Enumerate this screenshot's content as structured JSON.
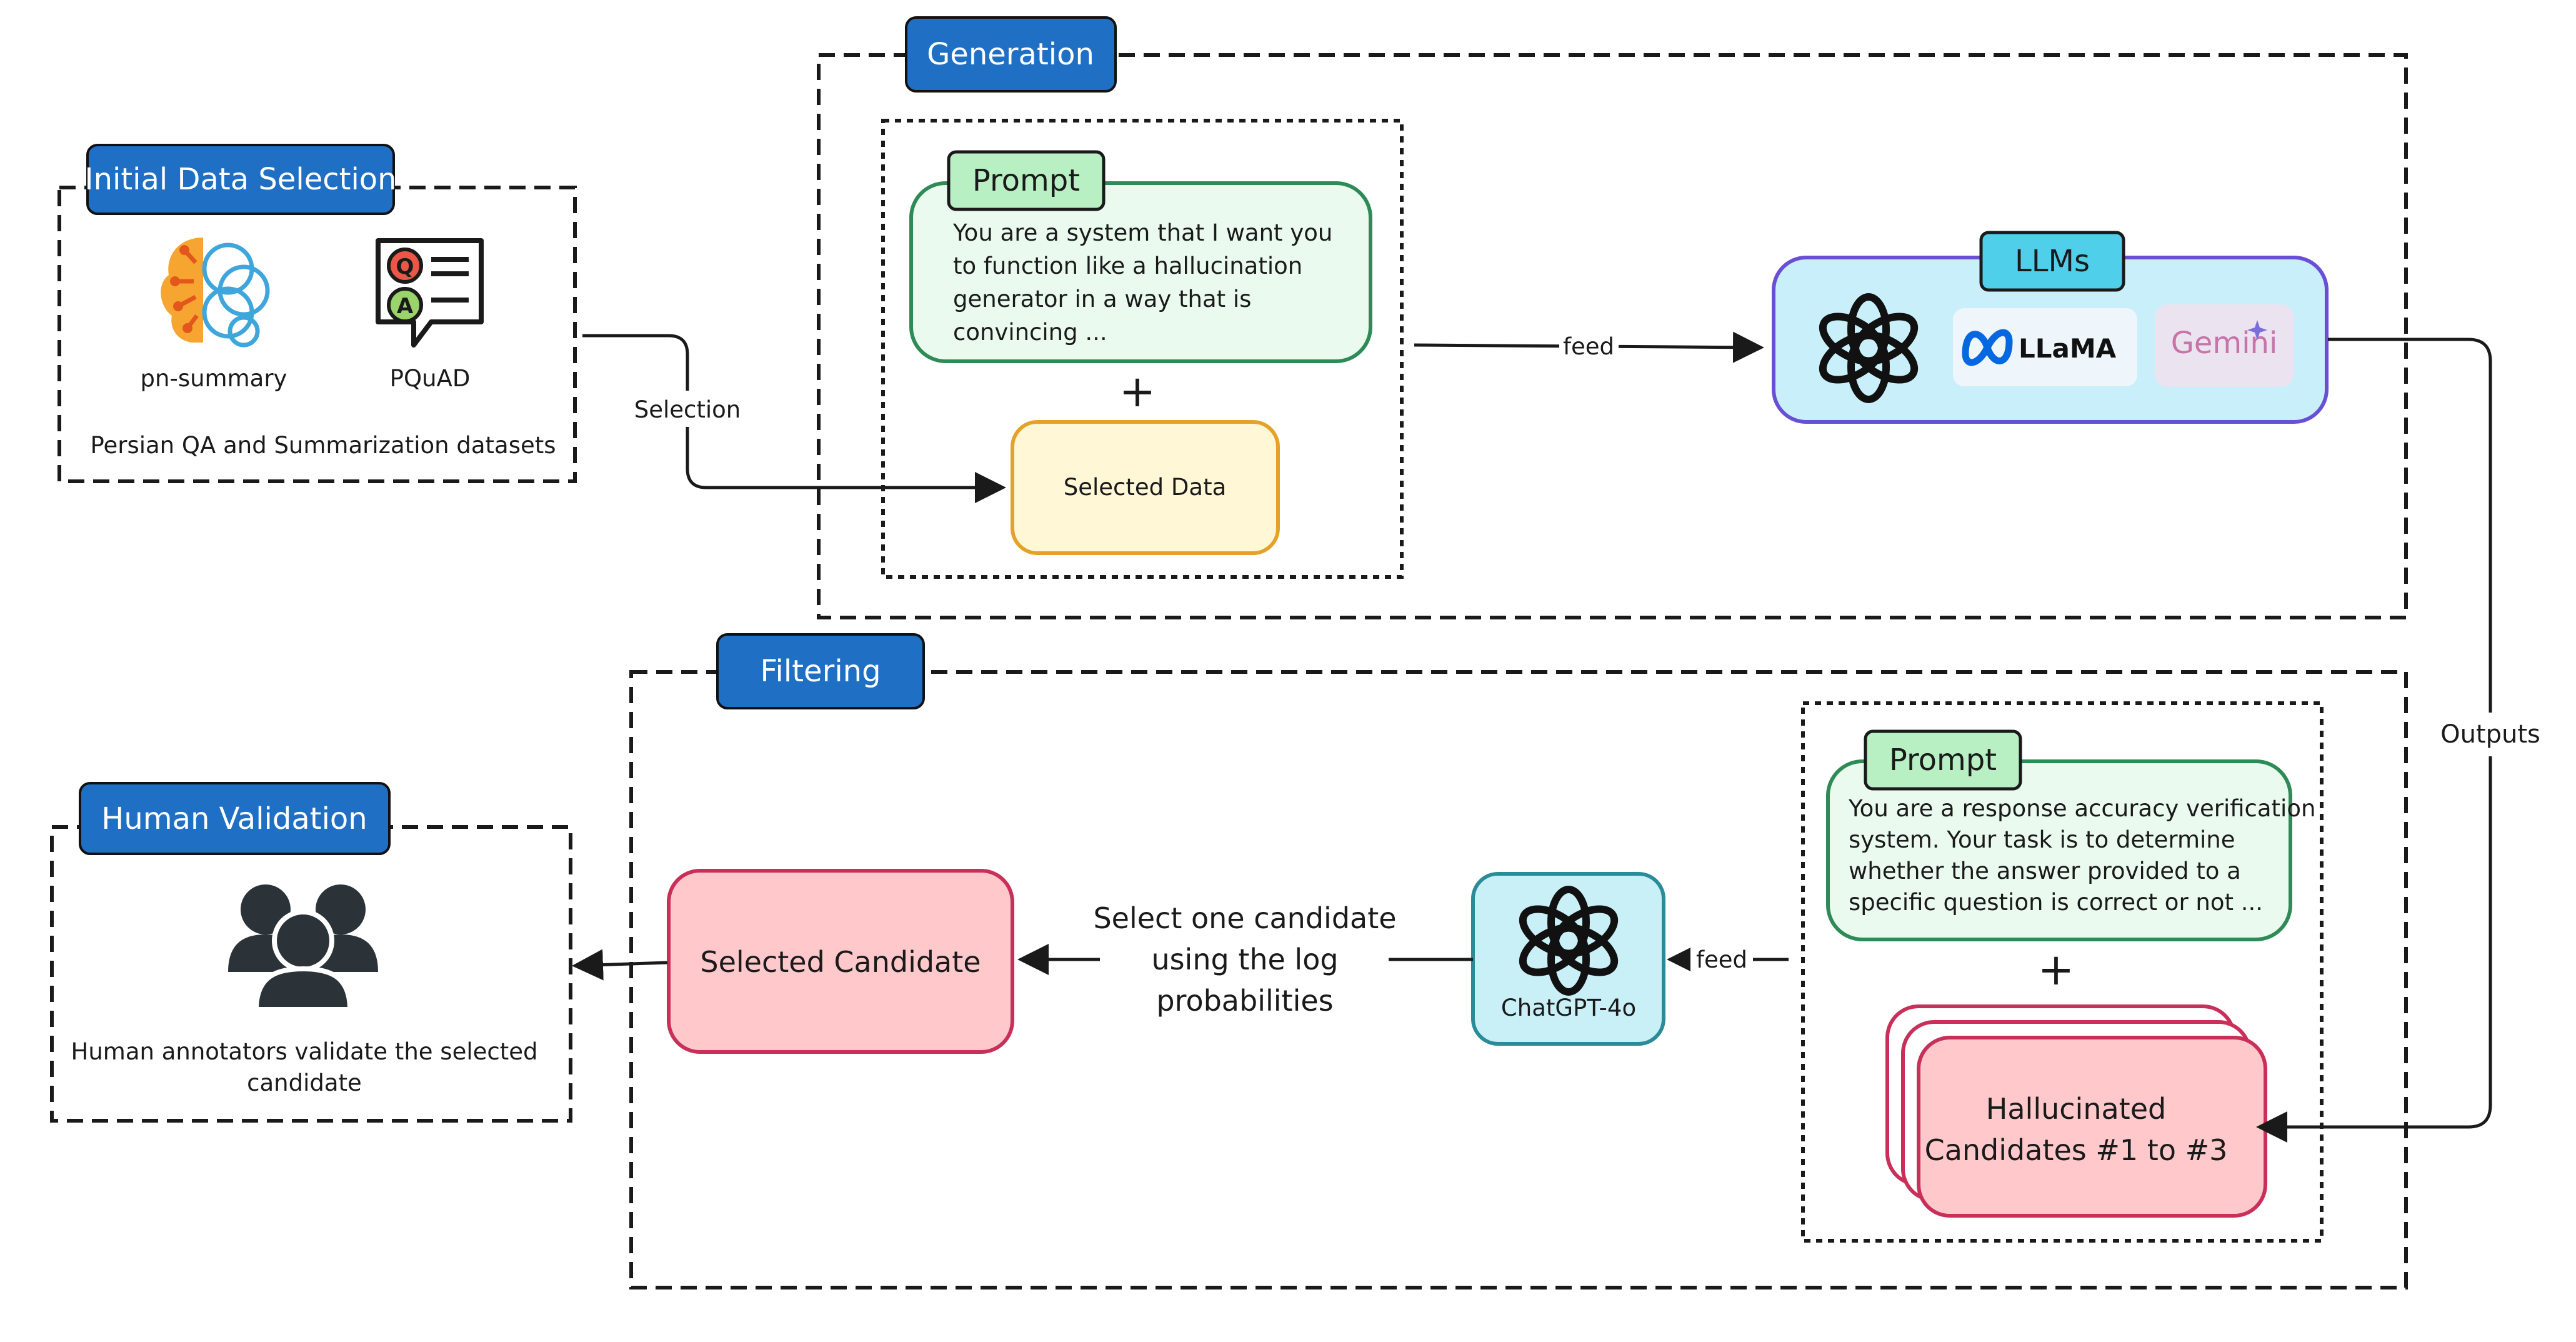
{
  "sections": {
    "initial": {
      "title": "Initial Data Selection",
      "dataset_1": "pn-summary",
      "dataset_2": "PQuAD",
      "caption": "Persian QA and Summarization datasets"
    },
    "generation": {
      "title": "Generation",
      "prompt_tab": "Prompt",
      "prompt_lines": [
        "You are a system that I want you",
        "to function like a hallucination",
        "generator in a way that is",
        "convincing ..."
      ],
      "plus": "+",
      "selected_data": "Selected Data",
      "llms_tab": "LLMs",
      "llama_label": "LLaMA",
      "gemini_label": "Gemini"
    },
    "filtering": {
      "title": "Filtering",
      "prompt_tab": "Prompt",
      "prompt_lines": [
        "You are a response accuracy verification",
        "system. Your task is to determine",
        "whether the answer provided to a",
        "specific question is correct or not ..."
      ],
      "plus": "+",
      "candidates_lines": [
        "Hallucinated",
        "Candidates #1 to #3"
      ],
      "judge_model": "ChatGPT-4o",
      "select_lines": [
        "Select one candidate",
        "using the log",
        "probabilities"
      ],
      "selected_candidate": "Selected Candidate"
    },
    "human": {
      "title": "Human Validation",
      "caption_lines": [
        "Human annotators validate the selected",
        "candidate"
      ]
    }
  },
  "edges": {
    "selection": "Selection",
    "feed_llm": "feed",
    "outputs": "Outputs",
    "feed_judge": "feed"
  },
  "icons": {
    "brain": "brain-icon",
    "qa": "qa-document-icon",
    "openai": "openai-icon",
    "meta": "meta-icon",
    "gemini_star": "sparkle-icon",
    "people": "people-icon"
  },
  "colors": {
    "title_fill": "#1f6fc5",
    "prompt_fill": "#eafaee",
    "prompt_border": "#2e8b57",
    "prompt_tab": "#b8f0c4",
    "selected_data_fill": "#fff7d6",
    "selected_data_border": "#e5a22a",
    "llm_fill": "#c9effb",
    "llm_border": "#6a4fd6",
    "candidate_fill": "#ffc9cc",
    "candidate_border": "#c8305a",
    "judge_fill": "#c9eff7",
    "judge_border": "#2a8c99"
  }
}
